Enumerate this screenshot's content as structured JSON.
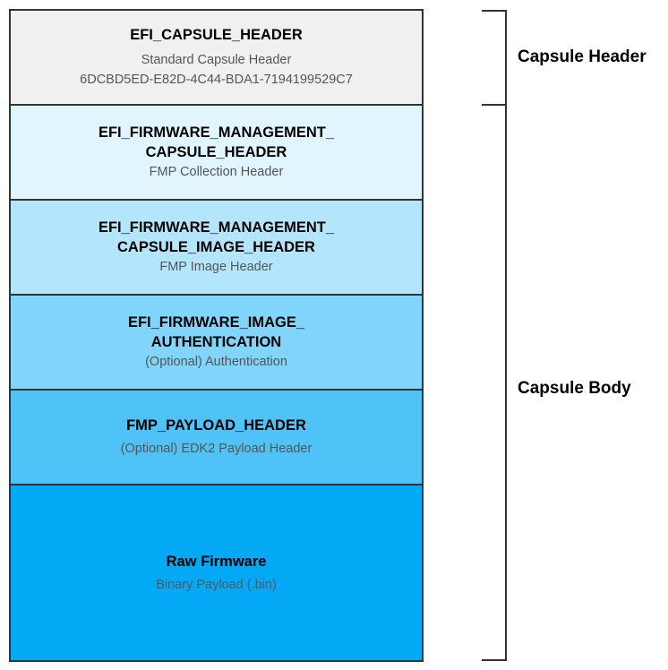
{
  "blocks": [
    {
      "title": "EFI_CAPSULE_HEADER",
      "subtitle": "Standard Capsule Header",
      "guid": "6DCBD5ED-E82D-4C44-BDA1-7194199529C7",
      "color": "#f0f0f0"
    },
    {
      "title": "EFI_FIRMWARE_MANAGEMENT_\nCAPSULE_HEADER",
      "subtitle": "FMP Collection Header",
      "color": "#e1f5fe"
    },
    {
      "title": "EFI_FIRMWARE_MANAGEMENT_\nCAPSULE_IMAGE_HEADER",
      "subtitle": "FMP Image Header",
      "color": "#b3e5fc"
    },
    {
      "title": "EFI_FIRMWARE_IMAGE_\nAUTHENTICATION",
      "subtitle": "(Optional) Authentication",
      "color": "#81d4fa"
    },
    {
      "title": "FMP_PAYLOAD_HEADER",
      "subtitle": "(Optional) EDK2 Payload Header",
      "color": "#4fc3f7"
    },
    {
      "title": "Raw Firmware",
      "subtitle": "Binary Payload (.bin)",
      "color": "#03a9f4"
    }
  ],
  "braces": [
    {
      "label": "Capsule Header"
    },
    {
      "label": "Capsule Body"
    }
  ],
  "colors": {
    "border": "#333333",
    "text": "#000000",
    "subtext": "#555555"
  }
}
